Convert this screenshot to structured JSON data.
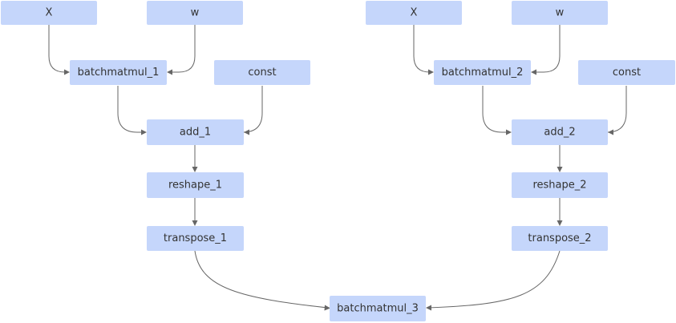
{
  "nodes": [
    {
      "id": "x1",
      "label": "X"
    },
    {
      "id": "w1",
      "label": "w"
    },
    {
      "id": "bm1",
      "label": "batchmatmul_1"
    },
    {
      "id": "c1",
      "label": "const"
    },
    {
      "id": "add1",
      "label": "add_1"
    },
    {
      "id": "rs1",
      "label": "reshape_1"
    },
    {
      "id": "tp1",
      "label": "transpose_1"
    },
    {
      "id": "x2",
      "label": "X"
    },
    {
      "id": "w2",
      "label": "w"
    },
    {
      "id": "bm2",
      "label": "batchmatmul_2"
    },
    {
      "id": "c2",
      "label": "const"
    },
    {
      "id": "add2",
      "label": "add_2"
    },
    {
      "id": "rs2",
      "label": "reshape_2"
    },
    {
      "id": "tp2",
      "label": "transpose_2"
    },
    {
      "id": "bm3",
      "label": "batchmatmul_3"
    }
  ],
  "edges": [
    {
      "from": "x1",
      "to": "bm1"
    },
    {
      "from": "w1",
      "to": "bm1"
    },
    {
      "from": "bm1",
      "to": "add1"
    },
    {
      "from": "c1",
      "to": "add1"
    },
    {
      "from": "add1",
      "to": "rs1"
    },
    {
      "from": "rs1",
      "to": "tp1"
    },
    {
      "from": "tp1",
      "to": "bm3"
    },
    {
      "from": "x2",
      "to": "bm2"
    },
    {
      "from": "w2",
      "to": "bm2"
    },
    {
      "from": "bm2",
      "to": "add2"
    },
    {
      "from": "c2",
      "to": "add2"
    },
    {
      "from": "add2",
      "to": "rs2"
    },
    {
      "from": "rs2",
      "to": "tp2"
    },
    {
      "from": "tp2",
      "to": "bm3"
    }
  ],
  "colors": {
    "node_fill": "#c5d6fb",
    "edge": "#666666",
    "text": "#333333"
  }
}
